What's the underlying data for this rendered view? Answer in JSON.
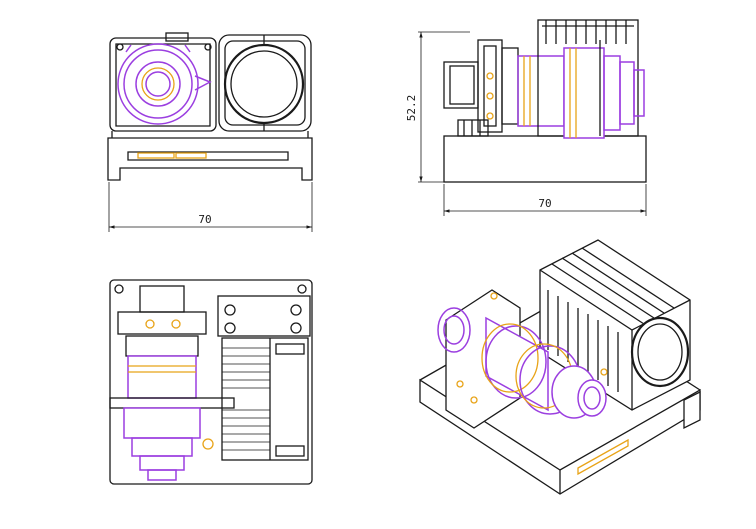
{
  "dimensions": {
    "front_width": "70",
    "side_width": "70",
    "side_height": "52.2"
  },
  "colors": {
    "outline": "#1a1a1a",
    "optics": "#9b3fe0",
    "accent": "#e8a317"
  }
}
